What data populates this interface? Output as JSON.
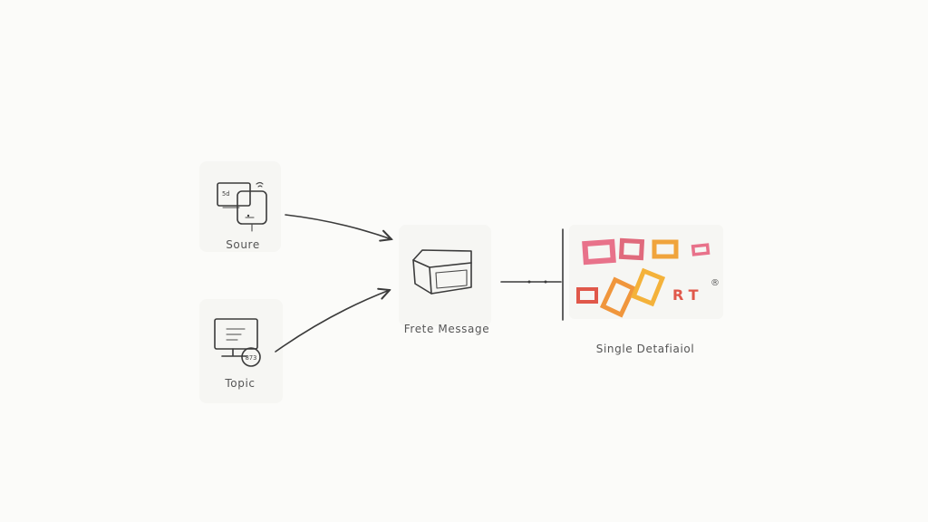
{
  "nodes": {
    "source": {
      "label": "Soure"
    },
    "topic": {
      "label": "Topic",
      "badge": "873"
    },
    "message": {
      "label": "Frete Message"
    },
    "destination": {
      "label": "Single Detafiaiol"
    }
  },
  "source_screen_text": "5d",
  "destination_marks": {
    "letters": "RT",
    "symbol": "®"
  },
  "colors": {
    "stroke": "#3b3b3b",
    "pink": "#e8728a",
    "red": "#e0584a",
    "orange": "#f0963c",
    "amber": "#f4b23a"
  }
}
